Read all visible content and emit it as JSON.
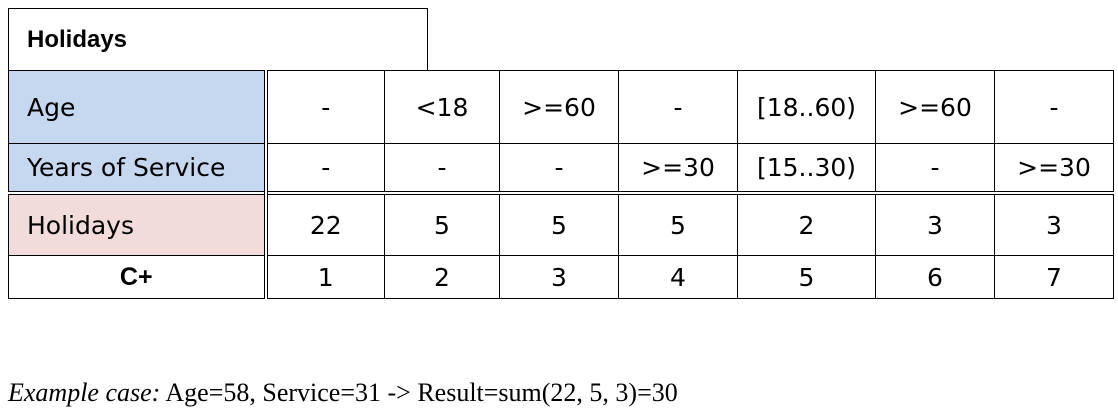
{
  "title": "Holidays",
  "rows": [
    {
      "label": "Age",
      "cells": [
        "-",
        "<18",
        ">=60",
        "-",
        "[18..60)",
        ">=60",
        "-"
      ]
    },
    {
      "label": "Years of Service",
      "cells": [
        "-",
        "-",
        "-",
        ">=30",
        "[15..30)",
        "-",
        ">=30"
      ]
    },
    {
      "label": "Holidays",
      "cells": [
        "22",
        "5",
        "5",
        "5",
        "2",
        "3",
        "3"
      ]
    },
    {
      "label": "C+",
      "cells": [
        "1",
        "2",
        "3",
        "4",
        "5",
        "6",
        "7"
      ]
    }
  ],
  "caption": {
    "prefix": "Example case:",
    "text": " Age=58, Service=31 -> Result=sum(22, 5, 3)=30"
  },
  "colors": {
    "condition_label_bg": "#c5d8f0",
    "action_label_bg": "#f2dcdb"
  }
}
